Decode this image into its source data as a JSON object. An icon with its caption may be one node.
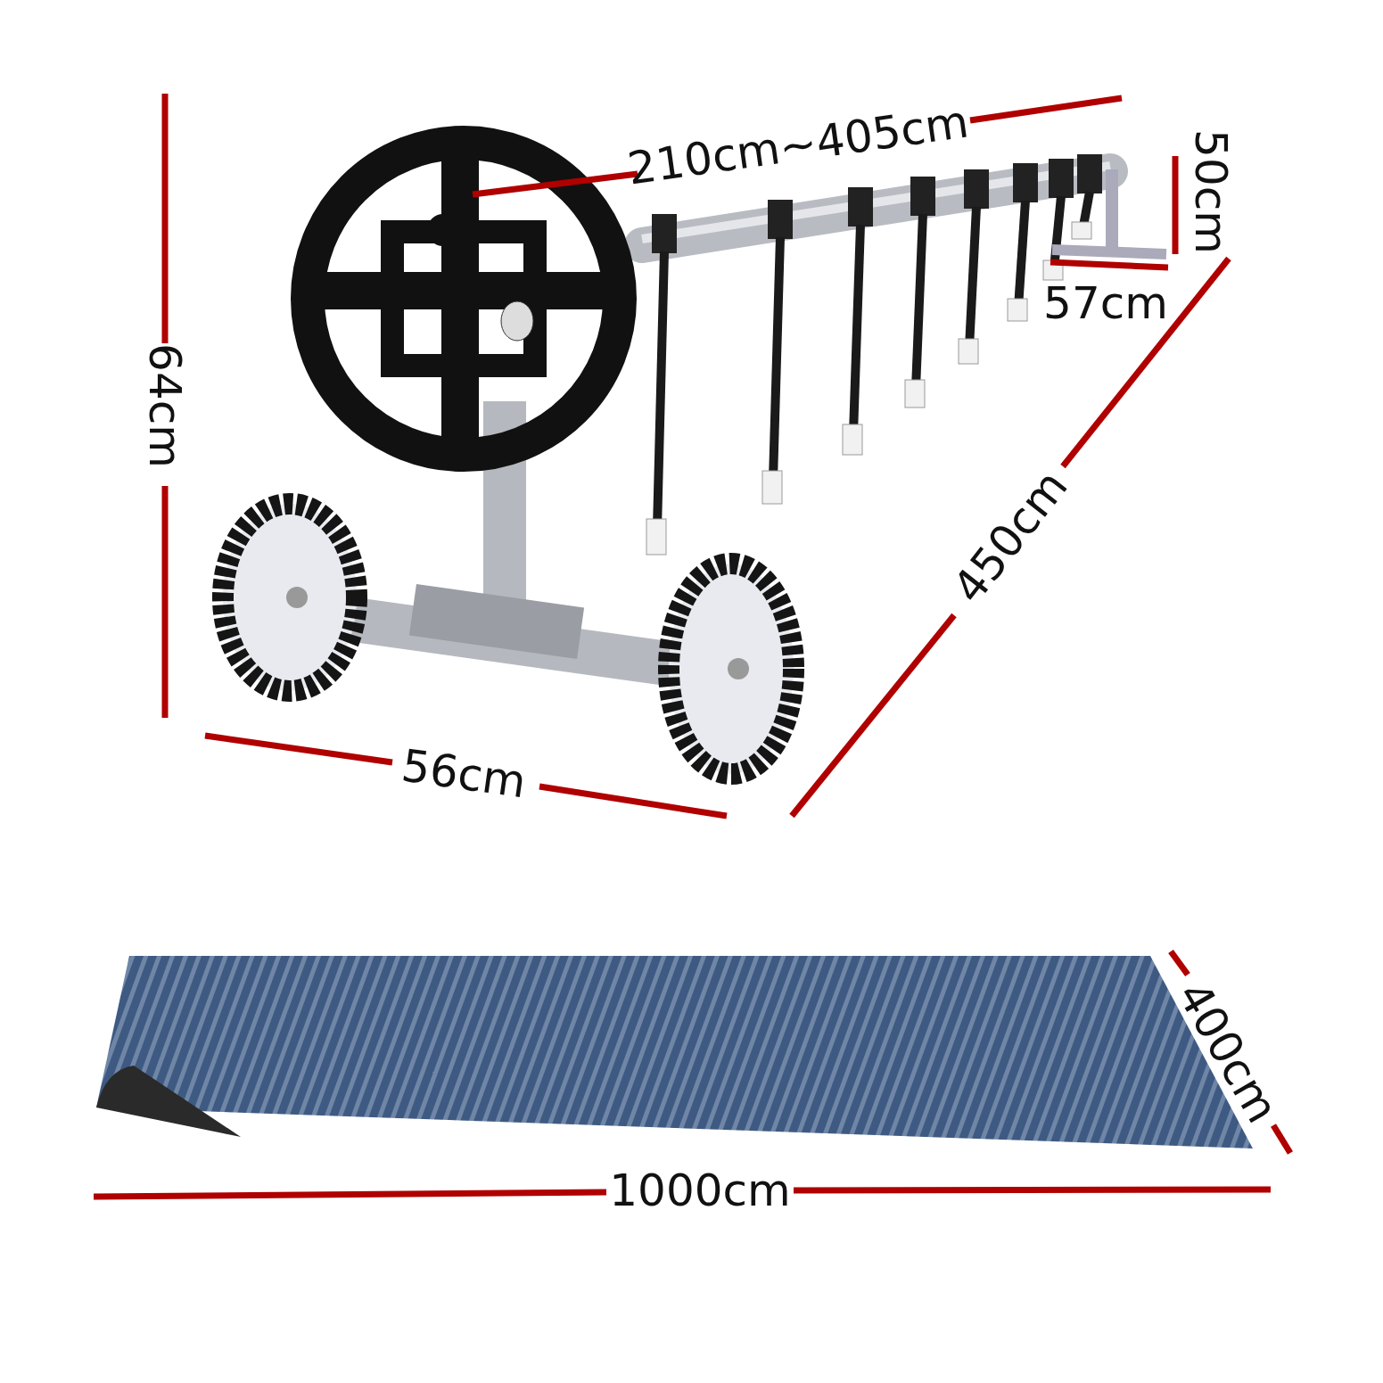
{
  "diagram": {
    "labels": [
      "210cm~405cm",
      "50cm",
      "57cm",
      "64cm",
      "450cm",
      "56cm",
      "400cm",
      "1000cm"
    ]
  }
}
